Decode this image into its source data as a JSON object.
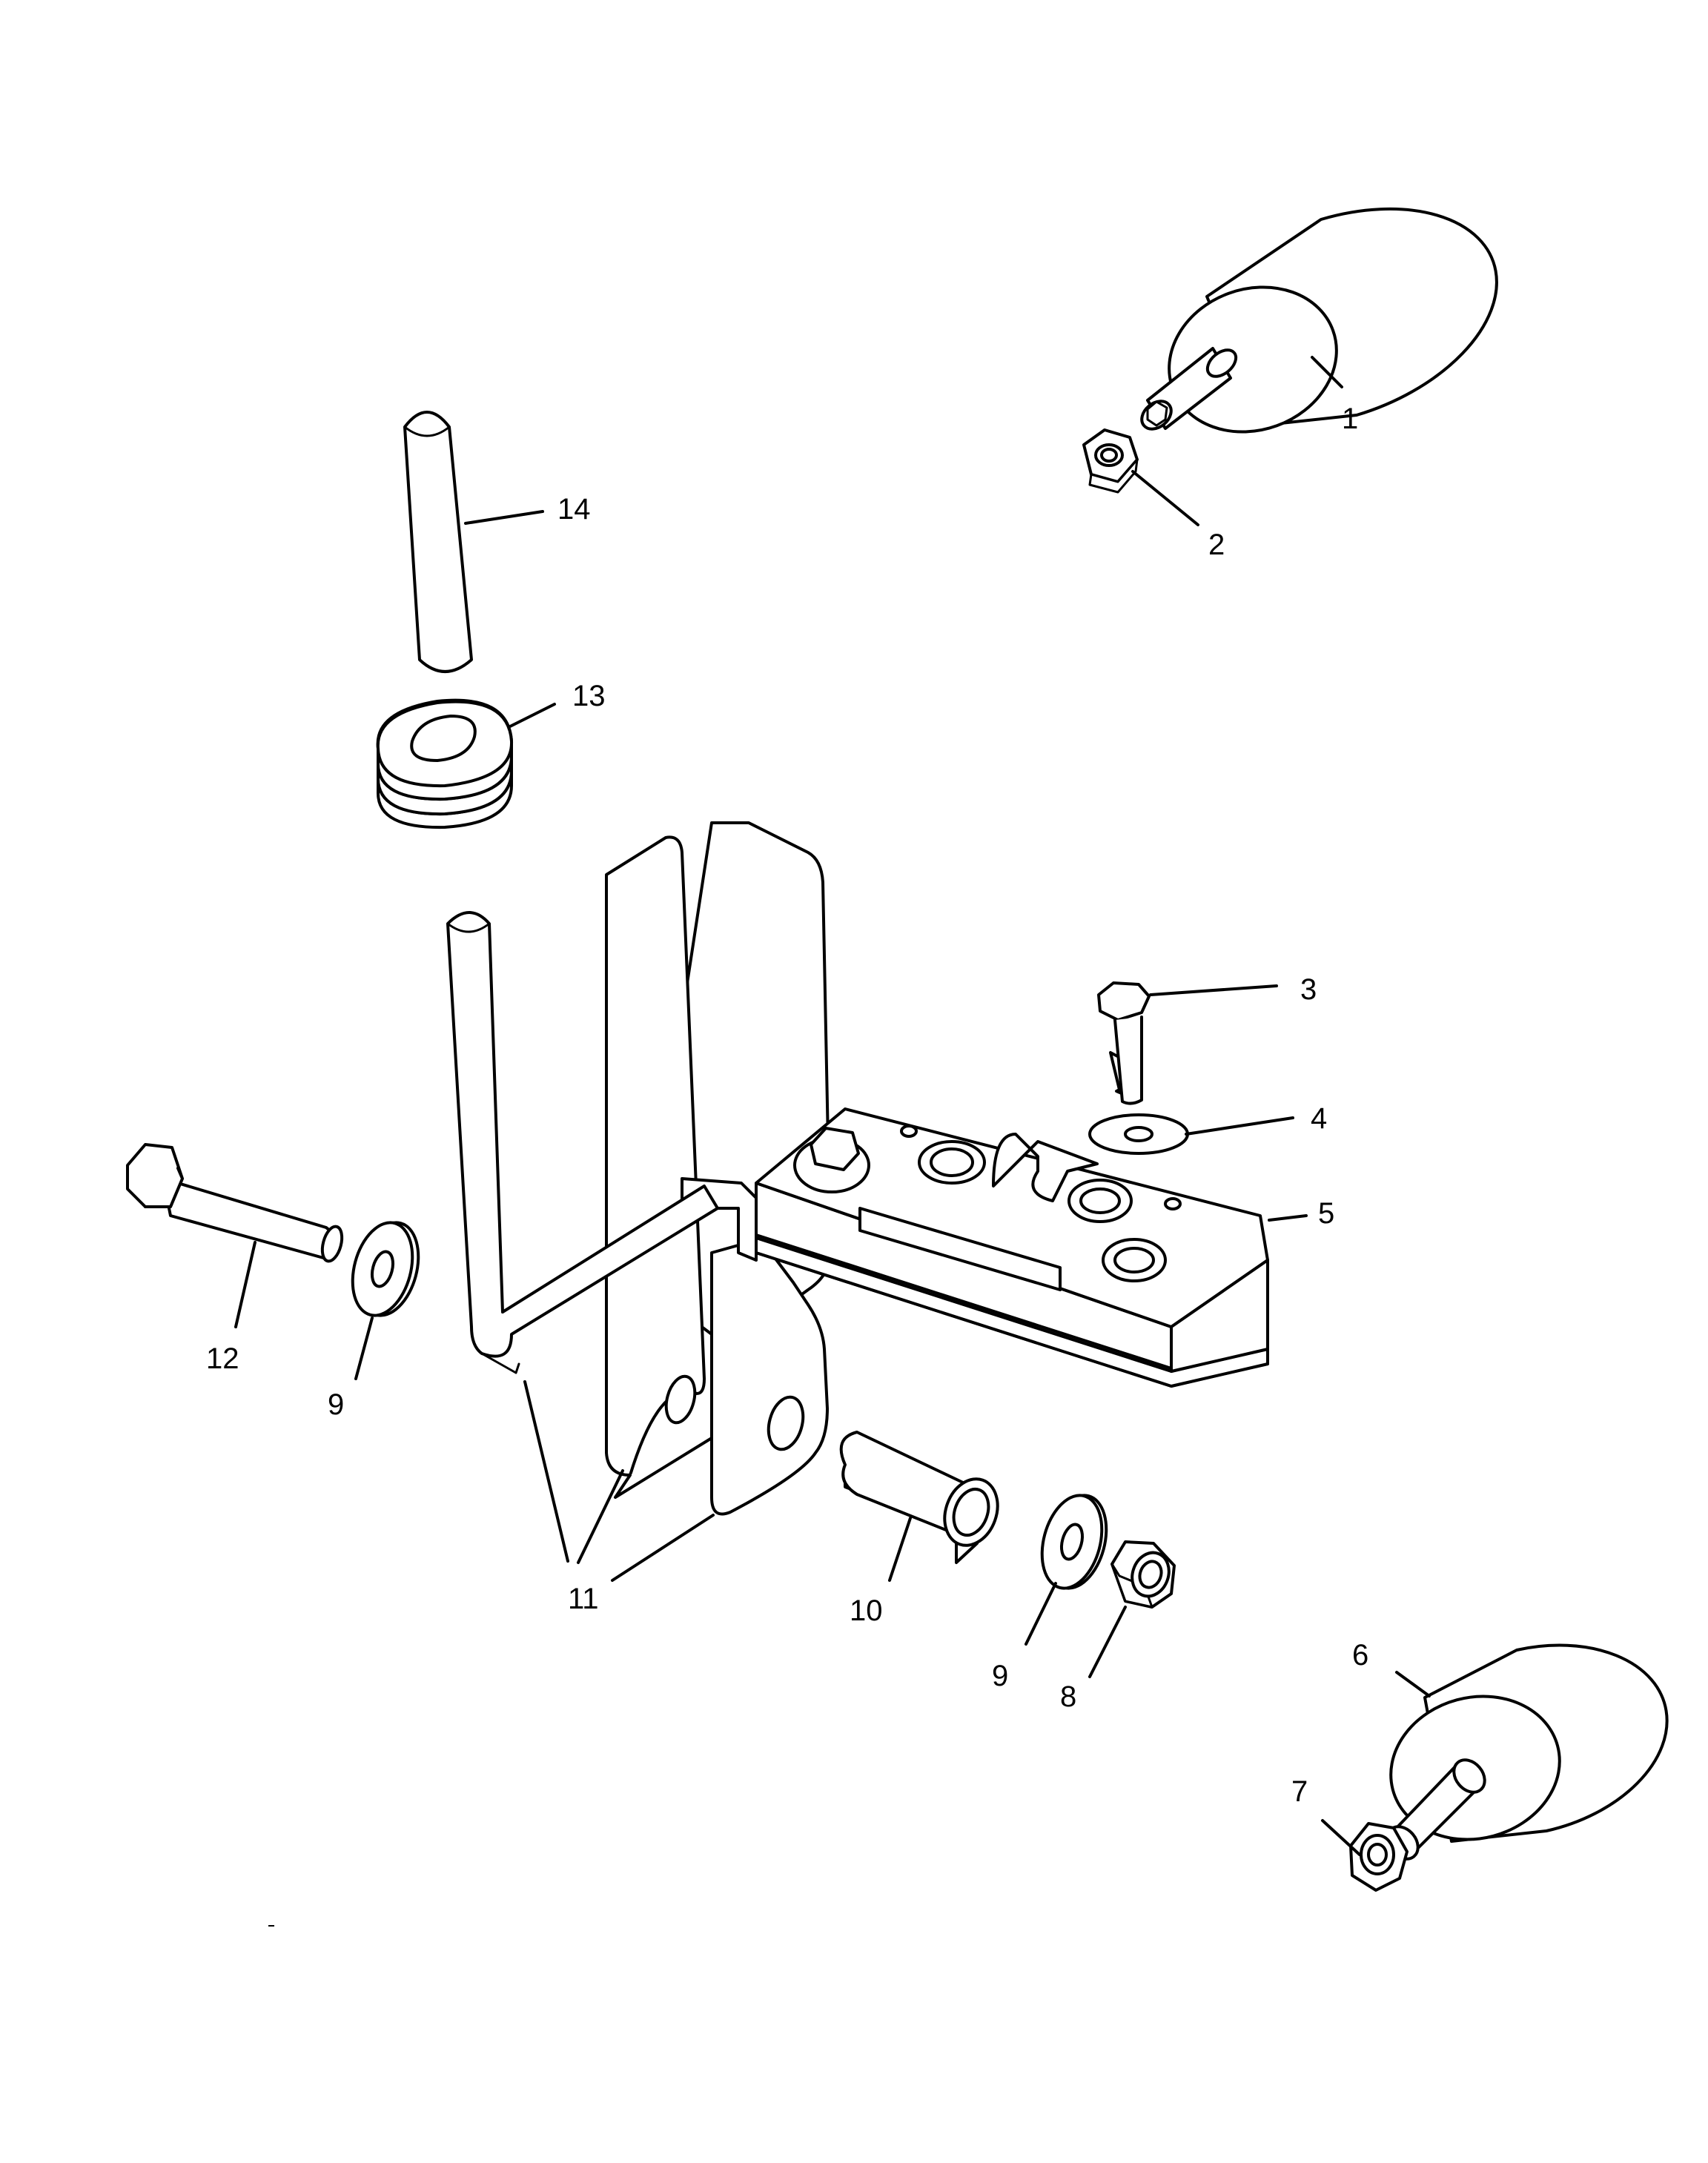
{
  "callouts": [
    {
      "id": "c1",
      "label": "1"
    },
    {
      "id": "c2",
      "label": "2"
    },
    {
      "id": "c3",
      "label": "3"
    },
    {
      "id": "c4",
      "label": "4"
    },
    {
      "id": "c5",
      "label": "5"
    },
    {
      "id": "c6",
      "label": "6"
    },
    {
      "id": "c7",
      "label": "7"
    },
    {
      "id": "c8",
      "label": "8"
    },
    {
      "id": "c9a",
      "label": "9"
    },
    {
      "id": "c9b",
      "label": "9"
    },
    {
      "id": "c10",
      "label": "10"
    },
    {
      "id": "c11",
      "label": "11"
    },
    {
      "id": "c12",
      "label": "12"
    },
    {
      "id": "c13",
      "label": "13"
    },
    {
      "id": "c14",
      "label": "14"
    }
  ]
}
